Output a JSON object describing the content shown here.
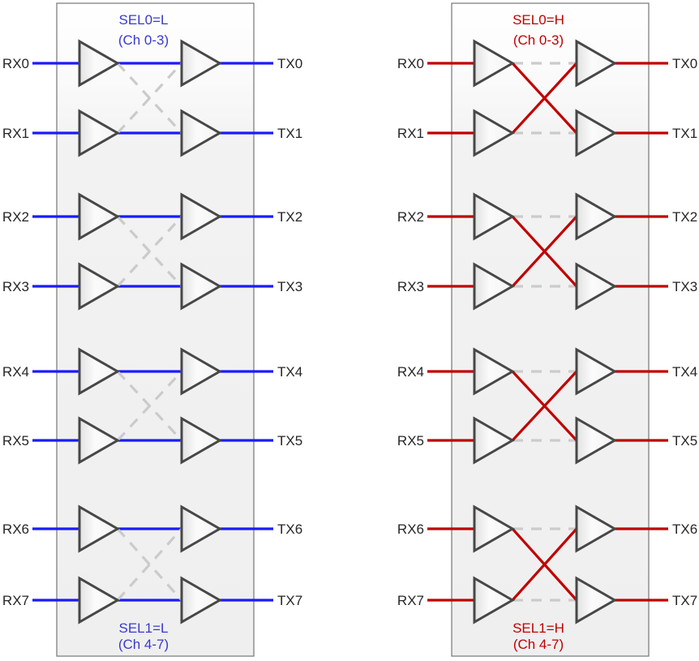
{
  "diagram": {
    "description": "8-channel 2:1 crosspoint mux buffer routing diagram",
    "colors": {
      "blue_line": "#1A1AFF",
      "blue_label": "#3939CF",
      "red_line": "#C00000",
      "red_label": "#C00000",
      "inactive_dash": "#CBCBCB",
      "io_text": "#262626",
      "panel_border": "#757575",
      "triangle_stroke": "#474747"
    },
    "panels": [
      {
        "id": "sel-low",
        "routing": "straight",
        "top_label": "SEL0=L",
        "top_sublabel": "(Ch 0-3)",
        "bottom_label": "SEL1=L",
        "bottom_sublabel": "(Ch 4-7)",
        "line_color": "#1A1AFF",
        "label_color": "#3939CF",
        "inputs": [
          "RX0",
          "RX1",
          "RX2",
          "RX3",
          "RX4",
          "RX5",
          "RX6",
          "RX7"
        ],
        "outputs": [
          "TX0",
          "TX1",
          "TX2",
          "TX3",
          "TX4",
          "TX5",
          "TX6",
          "TX7"
        ]
      },
      {
        "id": "sel-high",
        "routing": "crossed",
        "top_label": "SEL0=H",
        "top_sublabel": "(Ch 0-3)",
        "bottom_label": "SEL1=H",
        "bottom_sublabel": "(Ch 4-7)",
        "line_color": "#C00000",
        "label_color": "#C00000",
        "inputs": [
          "RX0",
          "RX1",
          "RX2",
          "RX3",
          "RX4",
          "RX5",
          "RX6",
          "RX7"
        ],
        "outputs": [
          "TX0",
          "TX1",
          "TX2",
          "TX3",
          "TX4",
          "TX5",
          "TX6",
          "TX7"
        ]
      }
    ]
  }
}
